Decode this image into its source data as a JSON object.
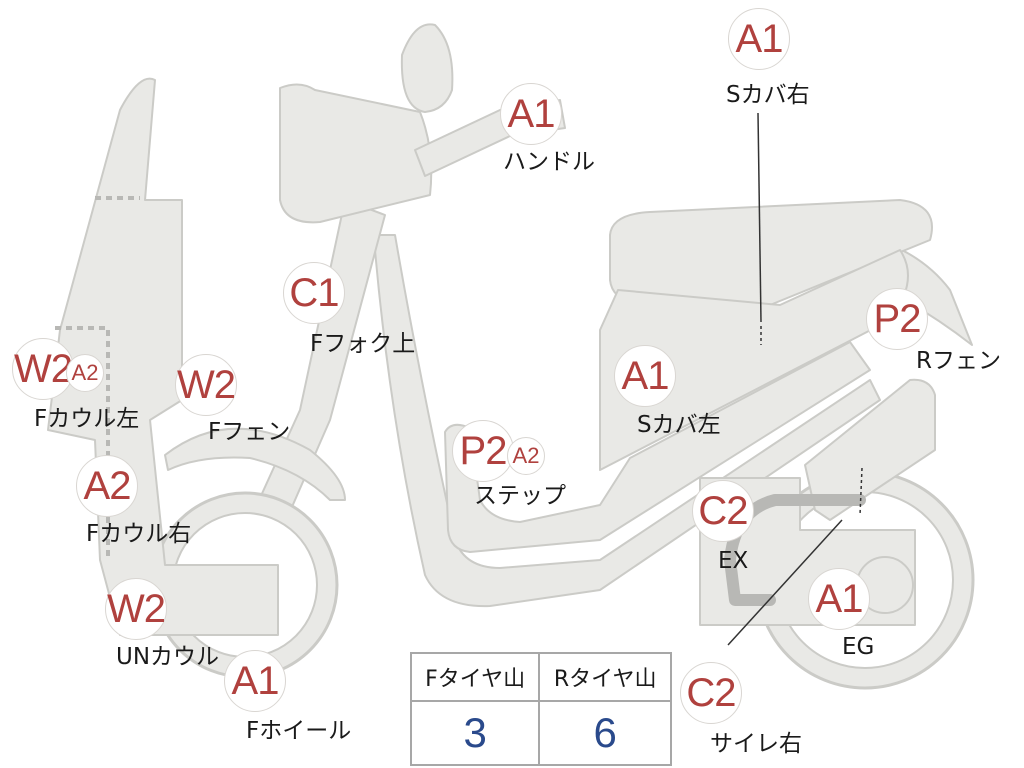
{
  "colors": {
    "part_fill": "#e9e9e6",
    "part_stroke": "#cbcbc7",
    "code_text": "#b0413e",
    "value_text": "#2a4a8c",
    "exhaust": "#b8b8b5"
  },
  "parts": [
    {
      "id": "handle",
      "code": "A1",
      "label": "ハンドル"
    },
    {
      "id": "s-cover-r",
      "code": "A1",
      "label": "Sカバ右"
    },
    {
      "id": "r-fender",
      "code": "P2",
      "label": "Rフェン"
    },
    {
      "id": "f-fork-upper",
      "code": "C1",
      "label": "Fフォク上"
    },
    {
      "id": "f-cowl-left",
      "code": "W2",
      "code2": "A2",
      "label": "Fカウル左"
    },
    {
      "id": "f-fender",
      "code": "W2",
      "label": "Fフェン"
    },
    {
      "id": "s-cover-l",
      "code": "A1",
      "label": "Sカバ左"
    },
    {
      "id": "step",
      "code": "P2",
      "code2": "A2",
      "label": "ステップ"
    },
    {
      "id": "f-cowl-right",
      "code": "A2",
      "label": "Fカウル右"
    },
    {
      "id": "ex",
      "code": "C2",
      "label": "EX"
    },
    {
      "id": "un-cowl",
      "code": "W2",
      "label": "UNカウル"
    },
    {
      "id": "eg",
      "code": "A1",
      "label": "EG"
    },
    {
      "id": "f-wheel",
      "code": "A1",
      "label": "Fホイール"
    },
    {
      "id": "silencer-r",
      "code": "C2",
      "label": "サイレ右"
    }
  ],
  "tire_table": {
    "headers": [
      "Fタイヤ山",
      "Rタイヤ山"
    ],
    "values": [
      "3",
      "6"
    ]
  }
}
